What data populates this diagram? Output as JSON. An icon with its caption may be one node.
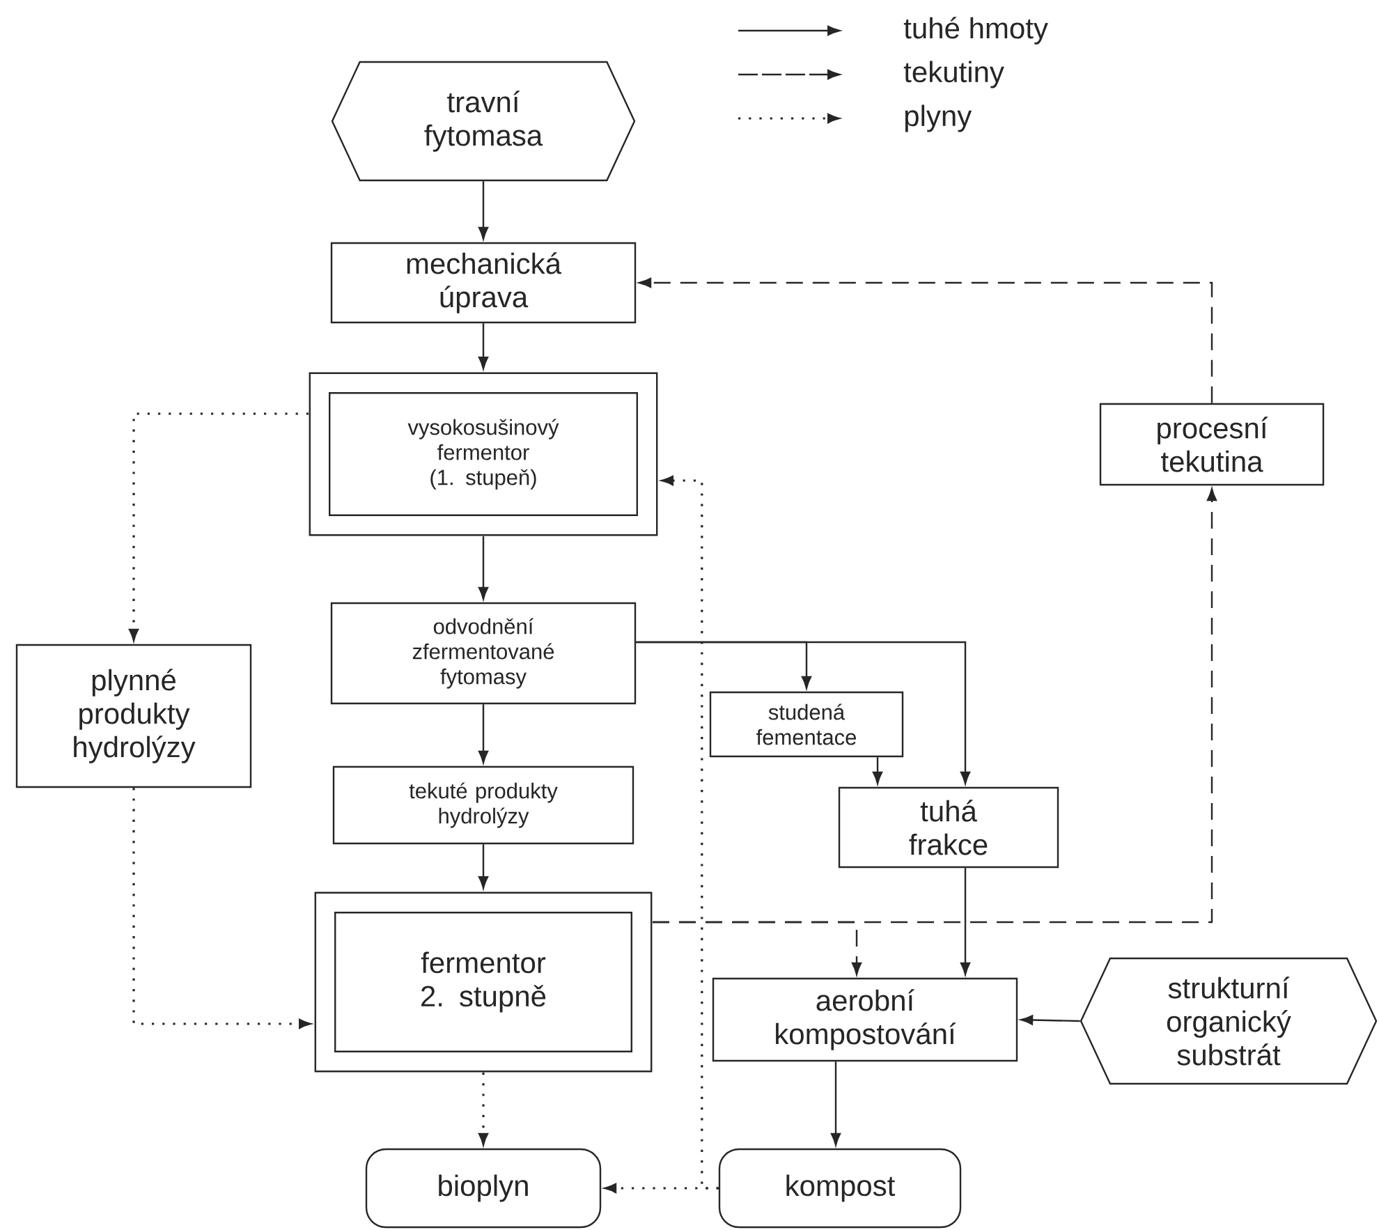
{
  "diagram": {
    "nodes": [
      {
        "text": [
          "travní fytomasa"
        ]
      },
      {
        "text": [
          "mechanická úprava"
        ]
      },
      {
        "text": [
          "vysokosušinový fermentor (1. stupeň)"
        ]
      },
      {
        "text": [
          "procesní tekutina"
        ]
      },
      {
        "text": [
          "plynné produkty hydrolýzy"
        ]
      },
      {
        "text": [
          "odvodnění zfermentované fytomasy"
        ]
      },
      {
        "text": [
          "studená fementace"
        ]
      },
      {
        "text": [
          "tekuté produkty hydrolýzy"
        ]
      },
      {
        "text": [
          "tuhá frakce"
        ]
      },
      {
        "text": [
          "fermentor 2. stupně"
        ]
      },
      {
        "text": [
          "aerobní kompostování"
        ]
      },
      {
        "text": [
          "strukturní organický substrát"
        ]
      },
      {
        "text": [
          "bioplyn"
        ]
      },
      {
        "text": [
          "kompost"
        ]
      }
    ],
    "edges": [
      {
        "from": 0,
        "to": 1,
        "arrow": "to"
      },
      {
        "from": 1,
        "to": 2,
        "arrow": "to"
      },
      {
        "from": 2,
        "to": 5,
        "arrow": "to"
      },
      {
        "from": 5,
        "to": 7,
        "arrow": "to"
      },
      {
        "from": 7,
        "to": 9,
        "arrow": "to"
      },
      {
        "from": 9,
        "to": 12,
        "arrow": "to",
        "style": "dashed"
      },
      {
        "from": 2,
        "to": 4,
        "arrow": "to",
        "style": "dashed"
      },
      {
        "from": 4,
        "to": 9,
        "arrow": "to",
        "style": "dashed"
      },
      {
        "from": 5,
        "to": 6,
        "arrow": "to"
      },
      {
        "from": 5,
        "to": 8,
        "arrow": "to"
      },
      {
        "from": 6,
        "to": 8,
        "arrow": "to"
      },
      {
        "from": 8,
        "to": 10,
        "arrow": "to"
      },
      {
        "from": 9,
        "to": 3,
        "arrow": "to",
        "style": "dashed"
      },
      {
        "from": 9,
        "to": 10,
        "arrow": "to",
        "style": "dashed"
      },
      {
        "from": 3,
        "to": 1,
        "arrow": "to",
        "style": "dashed"
      },
      {
        "from": 11,
        "to": 10,
        "arrow": "to"
      },
      {
        "from": 10,
        "to": 13,
        "arrow": "to"
      },
      {
        "from": 13,
        "to": 12,
        "arrow": "to",
        "style": "dashed"
      },
      {
        "from": 13,
        "to": 2,
        "arrow": "to",
        "style": "dashed"
      }
    ],
    "legend": [
      {
        "text": "tuhé hmoty"
      },
      {
        "text": "tekutiny"
      },
      {
        "text": "plyny"
      }
    ]
  }
}
